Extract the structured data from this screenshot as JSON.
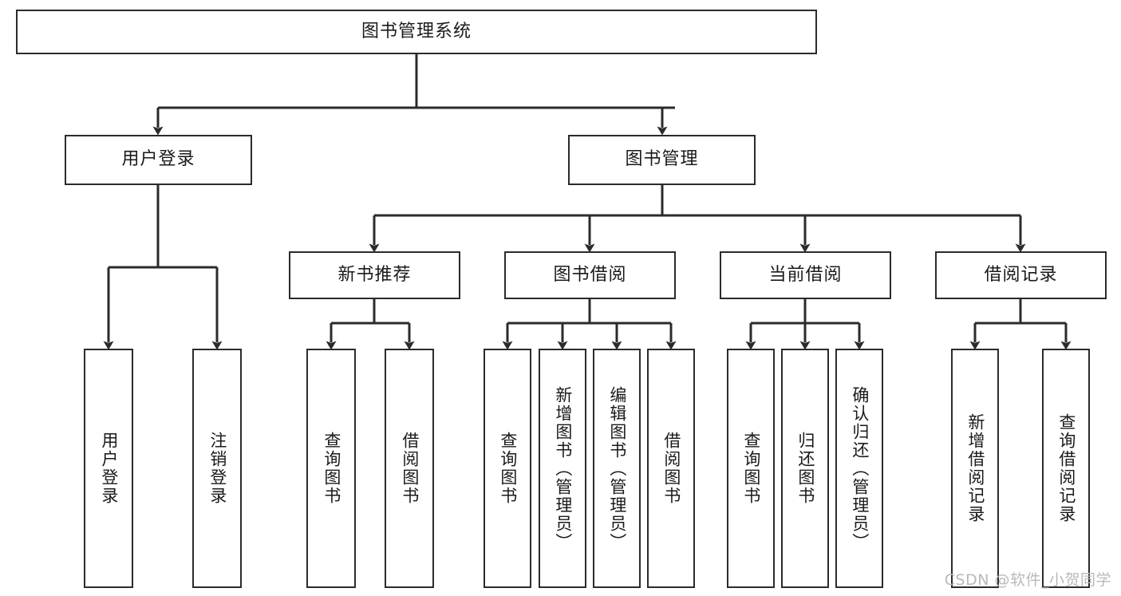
{
  "diagram": {
    "title": "图书管理系统",
    "watermark": "CSDN @软件_小贺同学",
    "line_color": "#2b2b2b",
    "background_color": "#ffffff",
    "text_color": "#1a1a1a",
    "watermark_color": "#b9b9b9"
  },
  "root": {
    "label": "图书管理系统"
  },
  "level2": [
    {
      "label": "用户登录"
    },
    {
      "label": "图书管理"
    }
  ],
  "level3": [
    {
      "label": "新书推荐"
    },
    {
      "label": "图书借阅"
    },
    {
      "label": "当前借阅"
    },
    {
      "label": "借阅记录"
    }
  ],
  "leaves": {
    "user_login": [
      {
        "label": "用户登录"
      },
      {
        "label": "注销登录"
      }
    ],
    "new_book_recommend": [
      {
        "label": "查询图书"
      },
      {
        "label": "借阅图书"
      }
    ],
    "book_borrow": [
      {
        "label": "查询图书"
      },
      {
        "label": "新增图书（管理员）"
      },
      {
        "label": "编辑图书（管理员）"
      },
      {
        "label": "借阅图书"
      }
    ],
    "current_borrow": [
      {
        "label": "查询图书"
      },
      {
        "label": "归还图书"
      },
      {
        "label": "确认归还（管理员）"
      }
    ],
    "borrow_records": [
      {
        "label": "新增借阅记录"
      },
      {
        "label": "查询借阅记录"
      }
    ]
  }
}
